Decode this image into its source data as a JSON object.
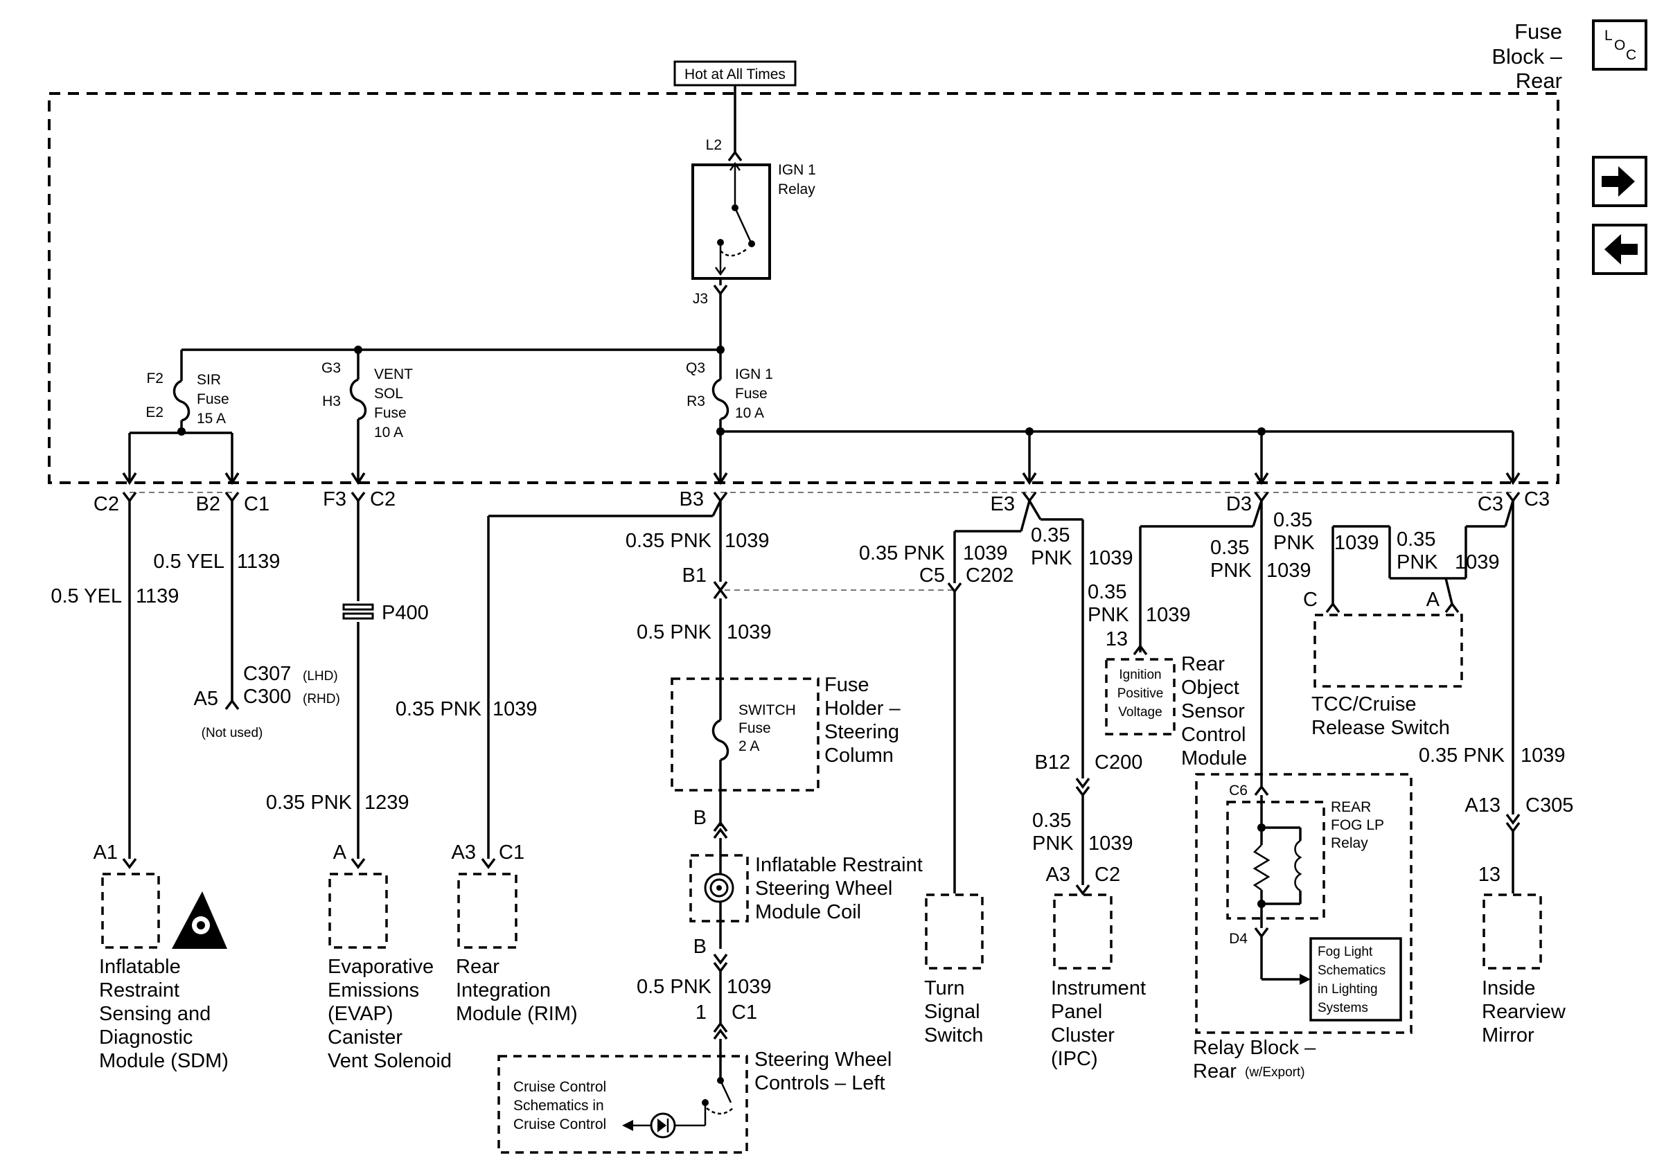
{
  "header": {
    "title_line1": "Fuse",
    "title_line2": "Block –",
    "title_line3": "Rear",
    "loc_l": "L",
    "loc_o": "O",
    "loc_c": "C"
  },
  "power": {
    "hot_label": "Hot at All Times"
  },
  "relay": {
    "pin_top": "L2",
    "pin_bottom": "J3",
    "name1": "IGN 1",
    "name2": "Relay"
  },
  "fuses": {
    "sir": {
      "pin_top": "F2",
      "pin_bottom": "E2",
      "name1": "SIR",
      "name2": "Fuse",
      "rating": "15 A"
    },
    "vent": {
      "pin_top": "G3",
      "pin_bottom": "H3",
      "name1": "VENT",
      "name2": "SOL",
      "name3": "Fuse",
      "rating": "10 A"
    },
    "ign": {
      "pin_top": "Q3",
      "pin_bottom": "R3",
      "name1": "IGN 1",
      "name2": "Fuse",
      "rating": "10 A"
    }
  },
  "connectors": {
    "c2_left": "C2",
    "b2": "B2",
    "c1_b2": "C1",
    "f3": "F3",
    "c2_f3": "C2",
    "b3": "B3",
    "e3": "E3",
    "d3": "D3",
    "c3a": "C3",
    "c3b": "C3"
  },
  "wires": {
    "sdm": {
      "size": "0.5 YEL",
      "circuit": "1139"
    },
    "b2": {
      "size": "0.5 YEL",
      "circuit": "1139"
    },
    "c307": {
      "pin": "A5",
      "conn1": "C307",
      "conn1_note": "(LHD)",
      "conn2": "C300",
      "conn2_note": "(RHD)",
      "note": "(Not used)"
    },
    "p400": "P400",
    "evap": {
      "size": "0.35 PNK",
      "circuit": "1239"
    },
    "rim": {
      "size": "0.35 PNK",
      "circuit": "1039"
    },
    "b3": {
      "size": "0.35 PNK",
      "circuit": "1039",
      "pin": "B1"
    },
    "b1": {
      "size": "0.5 PNK",
      "circuit": "1039"
    },
    "turn": {
      "size": "0.35 PNK",
      "circuit": "1039",
      "pin": "C5",
      "conn": "C202"
    },
    "e3": {
      "size1": "0.35",
      "size2": "PNK",
      "circuit": "1039"
    },
    "ros": {
      "size1": "0.35",
      "size2": "PNK",
      "circuit": "1039",
      "pin": "13"
    },
    "c200": {
      "pin": "B12",
      "conn": "C200"
    },
    "ipc": {
      "size1": "0.35",
      "size2": "PNK",
      "circuit": "1039",
      "pin": "A3",
      "conn": "C2"
    },
    "d3": {
      "size1": "0.35",
      "size2": "PNK",
      "circuit": "1039"
    },
    "tcc_c": {
      "size1": "0.35",
      "size2": "PNK",
      "circuit": "1039",
      "pin": "C"
    },
    "tcc_a": {
      "size1": "0.35",
      "size2": "PNK",
      "circuit": "1039",
      "pin": "A"
    },
    "mirror": {
      "size": "0.35 PNK",
      "circuit": "1039",
      "pin": "A13",
      "conn": "C305",
      "pin2": "13"
    },
    "coil_b_top": "B",
    "coil_b_bottom": "B",
    "swc": {
      "size": "0.5 PNK",
      "circuit": "1039",
      "pin": "1",
      "conn": "C1"
    }
  },
  "components": {
    "switch_fuse": {
      "name1": "SWITCH",
      "name2": "Fuse",
      "rating": "2 A"
    },
    "fuse_holder": [
      "Fuse",
      "Holder –",
      "Steering",
      "Column"
    ],
    "coil": [
      "Inflatable Restraint",
      "Steering Wheel",
      "Module Coil"
    ],
    "swc": [
      "Steering Wheel",
      "Controls – Left"
    ],
    "cruise": [
      "Cruise Control",
      "Schematics in",
      "Cruise Control"
    ],
    "sdm": {
      "pin": "A1",
      "lines": [
        "Inflatable",
        "Restraint",
        "Sensing and",
        "Diagnostic",
        "Module (SDM)"
      ]
    },
    "evap": {
      "pin": "A",
      "lines": [
        "Evaporative",
        "Emissions",
        "(EVAP)",
        "Canister",
        "Vent Solenoid"
      ]
    },
    "rim": {
      "pin": "A3",
      "conn": "C1",
      "lines": [
        "Rear",
        "Integration",
        "Module (RIM)"
      ]
    },
    "turn": [
      "Turn",
      "Signal",
      "Switch"
    ],
    "ipc": [
      "Instrument",
      "Panel",
      "Cluster",
      "(IPC)"
    ],
    "ros": {
      "box": [
        "Ignition",
        "Positive",
        "Voltage"
      ],
      "lines": [
        "Rear",
        "Object",
        "Sensor",
        "Control",
        "Module"
      ]
    },
    "tcc": [
      "TCC/Cruise",
      "Release Switch"
    ],
    "relay_block": {
      "pin_top": "C6",
      "pin_bottom": "D4",
      "relay": [
        "REAR",
        "FOG LP",
        "Relay"
      ],
      "line1": "Relay Block –",
      "line2": "Rear",
      "note": "(w/Export)"
    },
    "fog": [
      "Fog Light",
      "Schematics",
      "in Lighting",
      "Systems"
    ],
    "mirror": [
      "Inside",
      "Rearview",
      "Mirror"
    ]
  },
  "nav": {
    "next_icon": "arrow-right-icon",
    "prev_icon": "arrow-left-icon"
  }
}
